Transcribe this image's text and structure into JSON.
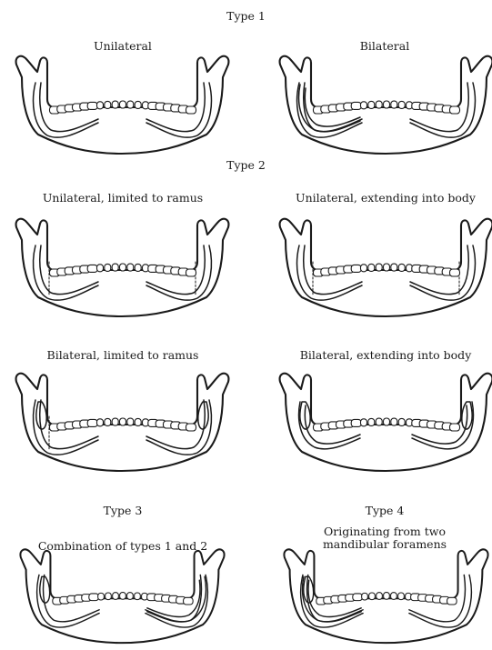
{
  "figure": {
    "type1": {
      "heading": "Type 1",
      "unilateral": "Unilateral",
      "bilateral": "Bilateral"
    },
    "type2": {
      "heading": "Type 2",
      "unilateral_ramus": "Unilateral, limited to ramus",
      "unilateral_body": "Unilateral, extending into body",
      "bilateral_ramus": "Bilateral, limited to ramus",
      "bilateral_body": "Bilateral, extending into body"
    },
    "type3": {
      "heading": "Type 3",
      "caption": "Combination of types 1 and 2"
    },
    "type4": {
      "heading": "Type 4",
      "caption": "Originating from two mandibular foramens"
    }
  }
}
